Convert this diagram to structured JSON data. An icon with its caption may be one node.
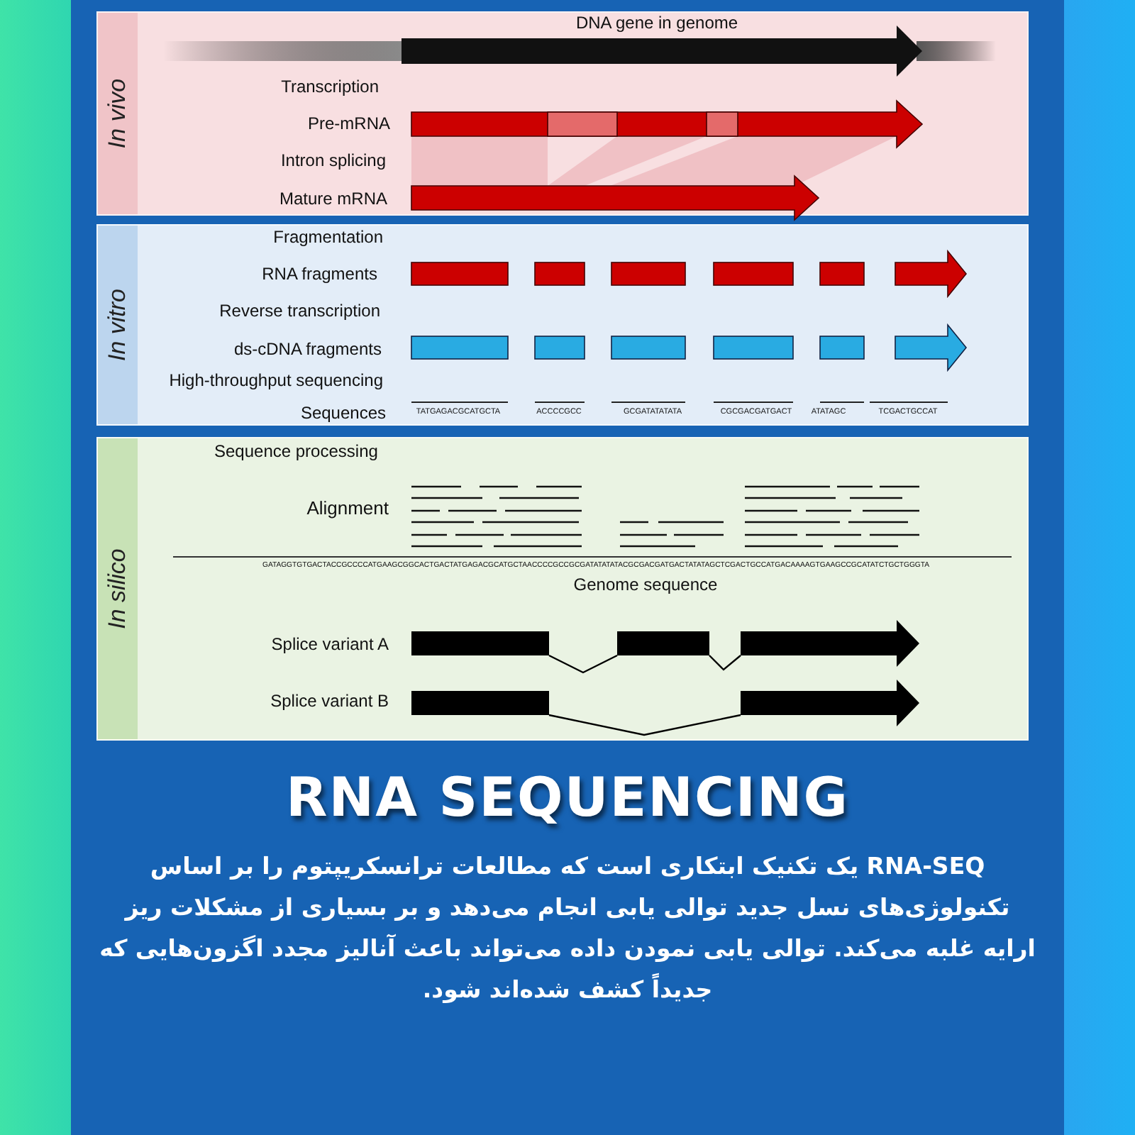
{
  "diagram": {
    "title": "RNA SEQUENCING",
    "caption": "RNA-SEQ یک تکنیک ابتکاری است که مطالعات ترانسکریپتوم را بر اساس تکنولوژی‌های نسل جدید توالی یابی انجام می‌دهد و بر بسیاری از مشکلات ریز ارایه غلبه می‌کند. توالی یابی نمودن داده می‌تواند باعث آنالیز مجدد اگزون‌هایی که جدیداً کشف شده‌اند شود.",
    "nodes": [
      {
        "text": [
          "In vivo"
        ]
      },
      {
        "text": [
          "In vitro"
        ]
      },
      {
        "text": [
          "In silico"
        ]
      }
    ],
    "labels": [
      "DNA gene in genome",
      "Transcription",
      "Pre-mRNA",
      "Intron splicing",
      "Mature mRNA",
      "Fragmentation",
      "RNA fragments",
      "Reverse transcription",
      "ds-cDNA fragments",
      "High-throughput sequencing",
      "Sequences",
      "TATGAGACGCATGCTA",
      "ACCCCGCC",
      "GCGATATATATA",
      "CGCGACGATGACT",
      "ATATAGC",
      "TCGACTGCCAT",
      "Sequence processing",
      "Alignment",
      "GATAGGTGTGACTACCGCCCCATGAAGCGGCACTGACTATGAGACGCATGCTAACCCCGCCGCGATATATATACGCGACGATGACTATATAGCTCGACTGCCATGACAAAAGTGAAGCCGCATATCTGCTGGGTA",
      "Genome sequence",
      "Splice variant A",
      "Splice variant B"
    ]
  }
}
